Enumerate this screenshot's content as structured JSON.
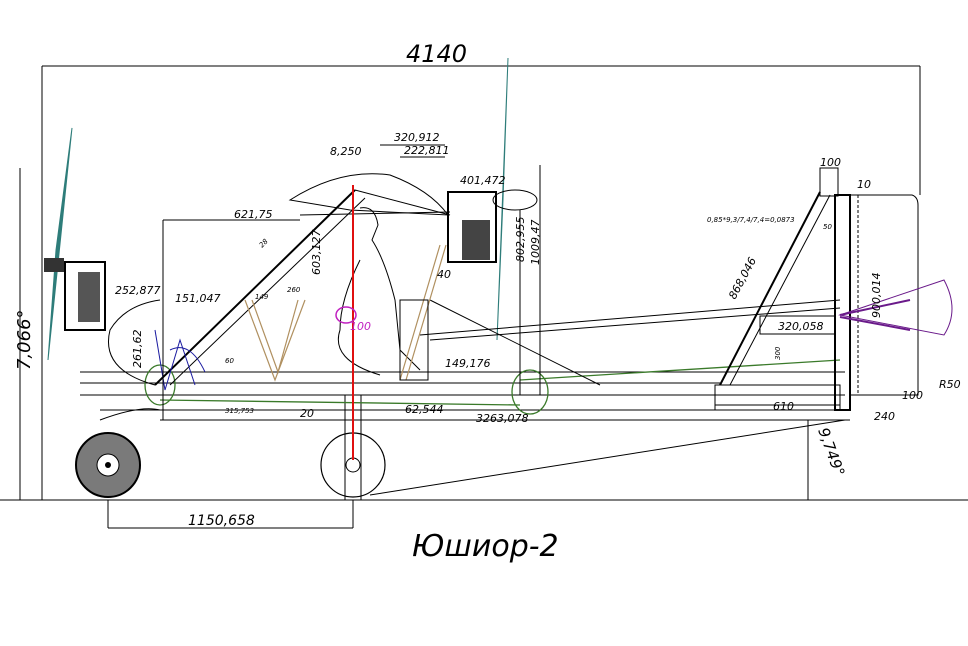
{
  "title": "Юшиор-2",
  "dimensions": {
    "overall_length": "4140",
    "front_angle": "7,066°",
    "d320_912": "320,912",
    "d222_811": "222,811",
    "d8_250": "8,250",
    "d401_472": "401,472",
    "d621_75": "621,75",
    "d603_127": "603,127",
    "d802_955": "802,955",
    "d1009_47": "1009,47",
    "d252_877": "252,877",
    "d151_047": "151,047",
    "d261_62": "261,62",
    "d149": "149",
    "d260": "260",
    "d60": "60",
    "d100_seat": "100",
    "d149_176": "149,176",
    "d62_544": "62,544",
    "d315_753": "315,753",
    "d20": "20",
    "d3263_078": "3263,078",
    "d1150_658": "1150,658",
    "tail_angle": "9,749°",
    "d868_046": "868,046",
    "formula": "0,85*9,3/7,4/7,4=0,0873",
    "d100_top": "100",
    "d10": "10",
    "d50": "50",
    "d900_014": "900,014",
    "d320_058": "320,058",
    "d300": "300",
    "d610": "610",
    "d240": "240",
    "d100_bottom": "100",
    "r50": "R50",
    "d40": "40",
    "d28": "28"
  },
  "colors": {
    "propeller": "#2e7d7a",
    "wheel": "#7a7a7a",
    "red_line": "#e01010",
    "structure_green": "#3a7a2a",
    "magenta": "#c020c0",
    "purple": "#6a1a8a"
  }
}
